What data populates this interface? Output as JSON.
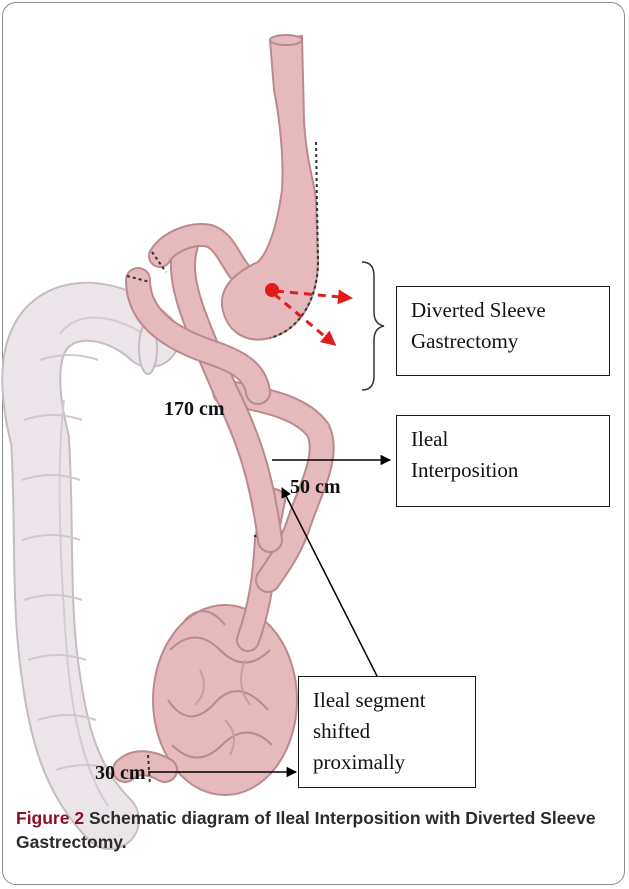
{
  "labels": {
    "sleeve": [
      "Diverted Sleeve",
      "Gastrectomy"
    ],
    "interposition": [
      "Ileal",
      "Interposition"
    ],
    "segment": [
      "Ileal segment",
      "shifted",
      "proximally"
    ]
  },
  "measurements": {
    "m170": "170 cm",
    "m50": "50 cm",
    "m30": "30 cm"
  },
  "caption": {
    "label": "Figure 2",
    "text": "Schematic diagram of Ileal Interposition with Diverted Sleeve Gastrectomy."
  },
  "colors": {
    "intestine": "#e6b9bd",
    "intestine_edge": "#b98a90",
    "colon": "#ebe5e9",
    "colon_edge": "#c5bcc3",
    "marker": "#e11c1c"
  }
}
